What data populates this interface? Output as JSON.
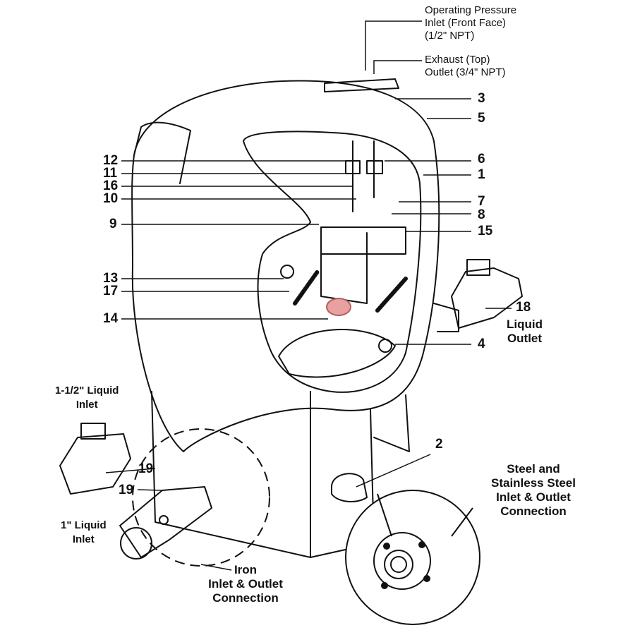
{
  "callouts": {
    "c1": "1",
    "c2": "2",
    "c3": "3",
    "c4": "4",
    "c5": "5",
    "c6": "6",
    "c7": "7",
    "c8": "8",
    "c9": "9",
    "c10": "10",
    "c11": "11",
    "c12": "12",
    "c13": "13",
    "c14": "14",
    "c15": "15",
    "c16": "16",
    "c17": "17",
    "c18": "18",
    "c19a": "19",
    "c19b": "19"
  },
  "labels": {
    "operating_pressure": [
      "Operating  Pressure",
      "Inlet (Front Face)",
      "(1/2\" NPT)"
    ],
    "exhaust": [
      "Exhaust (Top)",
      "Outlet (3/4\" NPT)"
    ],
    "liquid_outlet": [
      "Liquid",
      "Outlet"
    ],
    "liquid_inlet_large": [
      "1-1/2\" Liquid",
      "Inlet"
    ],
    "liquid_inlet_small": [
      "1\" Liquid",
      "Inlet"
    ],
    "iron_connection": [
      "Iron",
      "Inlet & Outlet",
      "Connection"
    ],
    "steel_connection": [
      "Steel and",
      "Stainless Steel",
      "Inlet & Outlet",
      "Connection"
    ]
  },
  "colors": {
    "ink": "#111111",
    "highlight": "#e8a0a0",
    "background": "#ffffff"
  }
}
